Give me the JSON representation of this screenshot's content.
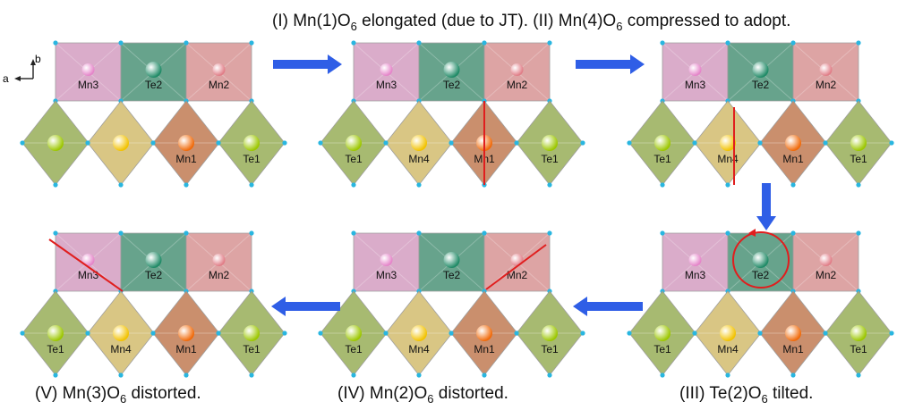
{
  "captions": {
    "top": {
      "pre": "(I) Mn(1)O",
      "sub": "6",
      "post": " elongated (due to JT). (II) Mn(4)O",
      "sub2": "6",
      "post2": " compressed to adopt."
    },
    "v": {
      "pre": "(V) Mn(3)O",
      "sub": "6",
      "post": " distorted."
    },
    "iv": {
      "pre": "(IV) Mn(2)O",
      "sub": "6",
      "post": " distorted."
    },
    "iii": {
      "pre": "(III) Te(2)O",
      "sub": "6",
      "post": " tilted."
    }
  },
  "axes": {
    "a": "a",
    "b": "b"
  },
  "atom_labels": {
    "mn3": "Mn3",
    "te2": "Te2",
    "mn2": "Mn2",
    "te1": "Te1",
    "mn4": "Mn4",
    "mn1": "Mn1"
  },
  "colors": {
    "mn3_poly": "#d9a8c8",
    "te2_poly": "#5f9f86",
    "mn2_poly": "#dca0a0",
    "te1_poly": "#a3b76a",
    "mn4_poly": "#d8c47e",
    "mn1_poly": "#c88a66",
    "oxygen": "#29b6e0",
    "arrow": "#2f5ee6",
    "highlight": "#e01e1e"
  },
  "panels": [
    {
      "id": "initial",
      "bottom_labels": [
        "",
        "",
        "Mn1",
        "Te1"
      ],
      "highlight": "none"
    },
    {
      "id": "I",
      "bottom_labels": [
        "Te1",
        "Mn4",
        "Mn1",
        "Te1"
      ],
      "highlight": "mn1-vertical"
    },
    {
      "id": "II",
      "bottom_labels": [
        "Te1",
        "Mn4",
        "Mn1",
        "Te1"
      ],
      "highlight": "mn4-vertical"
    },
    {
      "id": "III",
      "bottom_labels": [
        "Te1",
        "Mn4",
        "Mn1",
        "Te1"
      ],
      "highlight": "te2-circle"
    },
    {
      "id": "IV",
      "bottom_labels": [
        "Te1",
        "Mn4",
        "Mn1",
        "Te1"
      ],
      "highlight": "mn2-diagonal"
    },
    {
      "id": "V",
      "bottom_labels": [
        "Te1",
        "Mn4",
        "Mn1",
        "Te1"
      ],
      "highlight": "mn3-diagonal"
    }
  ]
}
